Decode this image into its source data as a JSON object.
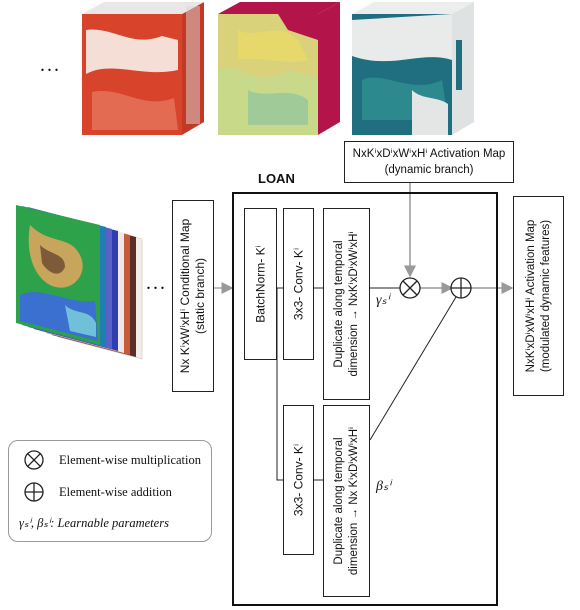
{
  "ellipsis": "...",
  "activation_map_top": {
    "title": "NxKⁱxDⁱxWⁱxHⁱ Activation Map",
    "subtitle": "(dynamic branch)"
  },
  "loan_label": "LOAN",
  "conditional_map": {
    "title": "Nx KⁱxWⁱxHⁱ Conditional Map",
    "subtitle": "(static branch)"
  },
  "batchnorm": "BatchNorm- Kⁱ",
  "conv_top": "3x3- Conv- Kⁱ",
  "conv_bottom": "3x3- Conv- Kⁱ",
  "duplicate_top": {
    "line1": "Duplicate along temporal",
    "line2": "dimension → NxKⁱxDⁱxWⁱxHⁱ"
  },
  "duplicate_bottom": {
    "line1": "Duplicate along temporal",
    "line2": "dimension → Nx KⁱxDⁱxWⁱxHⁱ"
  },
  "gamma_label": "γₛⁱ",
  "beta_label": "βₛⁱ",
  "activation_map_right": {
    "title": "NxKⁱxDⁱxWⁱxHⁱ Activation Map",
    "subtitle": "(modulated dynamic features)"
  },
  "legend": {
    "multiplication": "Element-wise multiplication",
    "addition": "Element-wise addition",
    "params": "γₛⁱ, βₛⁱ: Learnable parameters"
  },
  "colors": {
    "red_cube": "#d8432c",
    "yellow_cube": "#d9d27a",
    "crimson_band": "#b3154a",
    "teal_cube": "#1f6f80"
  }
}
